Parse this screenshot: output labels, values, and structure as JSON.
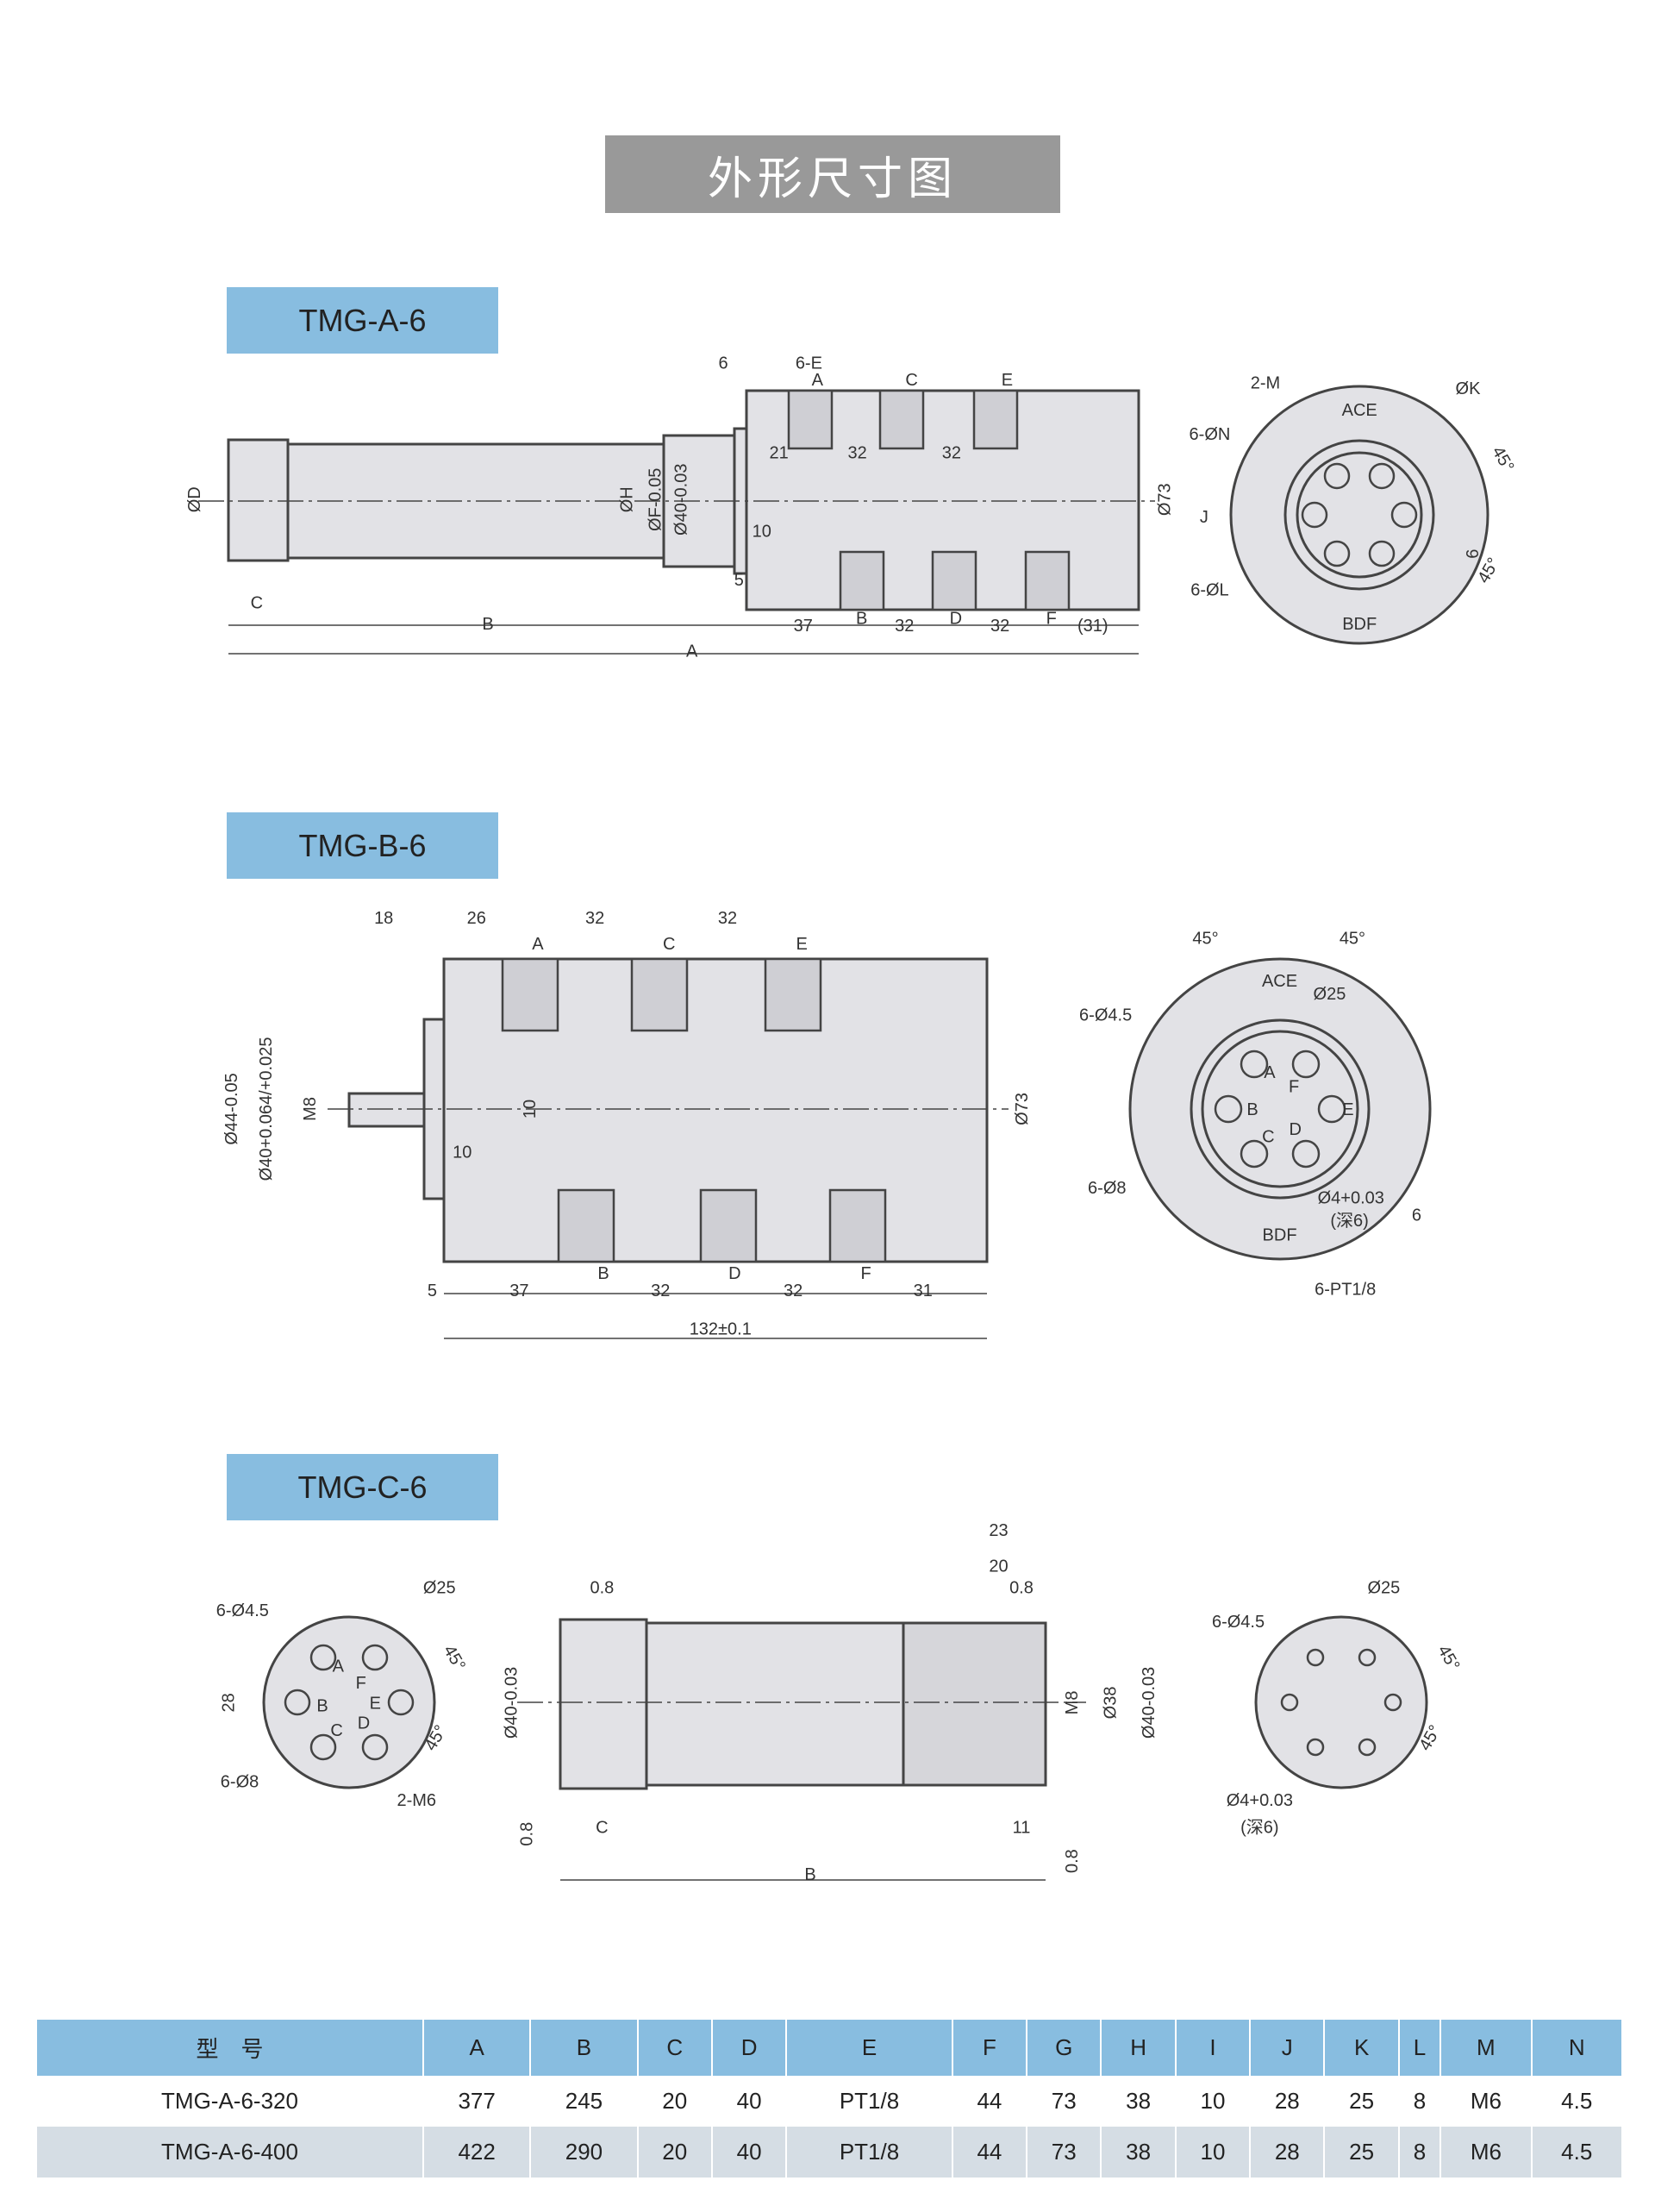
{
  "title": "外形尺寸图",
  "models": [
    "TMG-A-6",
    "TMG-B-6",
    "TMG-C-6"
  ],
  "drawing_a_labels": [
    "6",
    "6-E",
    "A",
    "C",
    "E",
    "21",
    "32",
    "32",
    "10",
    "5",
    "37",
    "B",
    "32",
    "D",
    "32",
    "F",
    "(31)",
    "C",
    "B",
    "A",
    "ØD",
    "ØH",
    "ØF-0.05",
    "Ø40-0.03",
    "Ø73",
    "2-M",
    "ØK",
    "6-ØN",
    "J",
    "6-ØL",
    "ACE",
    "BDF",
    "45°",
    "45°",
    "6"
  ],
  "drawing_b_labels": [
    "18",
    "26",
    "32",
    "32",
    "A",
    "C",
    "E",
    "Ø44-0.05",
    "Ø40+0.064/+0.025",
    "M8",
    "10",
    "10",
    "Ø73",
    "5",
    "37",
    "B",
    "32",
    "D",
    "32",
    "F",
    "31",
    "132±0.1",
    "45°",
    "45°",
    "6-Ø4.5",
    "ACE",
    "Ø25",
    "A",
    "F",
    "B",
    "E",
    "C",
    "D",
    "6-Ø8",
    "Ø4+0.03",
    "(深6)",
    "6",
    "BDF",
    "6-PT1/8"
  ],
  "drawing_c_labels": [
    "6-Ø4.5",
    "Ø25",
    "28",
    "A",
    "F",
    "B",
    "E",
    "C",
    "D",
    "45°",
    "45°",
    "6-Ø8",
    "2-M6",
    "0.8",
    "Ø40-0.03",
    "0.8",
    "C",
    "B",
    "23",
    "20",
    "0.8",
    "M8",
    "Ø38",
    "Ø40-0.03",
    "11",
    "0.8",
    "6-Ø4.5",
    "Ø25",
    "45°",
    "45°",
    "Ø4+0.03",
    "(深6)"
  ],
  "table": {
    "headers": [
      "型　号",
      "A",
      "B",
      "C",
      "D",
      "E",
      "F",
      "G",
      "H",
      "I",
      "J",
      "K",
      "L",
      "M",
      "N"
    ],
    "rows": [
      [
        "TMG-A-6-320",
        "377",
        "245",
        "20",
        "40",
        "PT1/8",
        "44",
        "73",
        "38",
        "10",
        "28",
        "25",
        "8",
        "M6",
        "4.5"
      ],
      [
        "TMG-A-6-400",
        "422",
        "290",
        "20",
        "40",
        "PT1/8",
        "44",
        "73",
        "38",
        "10",
        "28",
        "25",
        "8",
        "M6",
        "4.5"
      ]
    ]
  },
  "colors": {
    "header_blue": "#88bde0",
    "title_gray": "#999999",
    "body_fill": "#e2e2e6",
    "alt_row": "#d5dde4"
  }
}
